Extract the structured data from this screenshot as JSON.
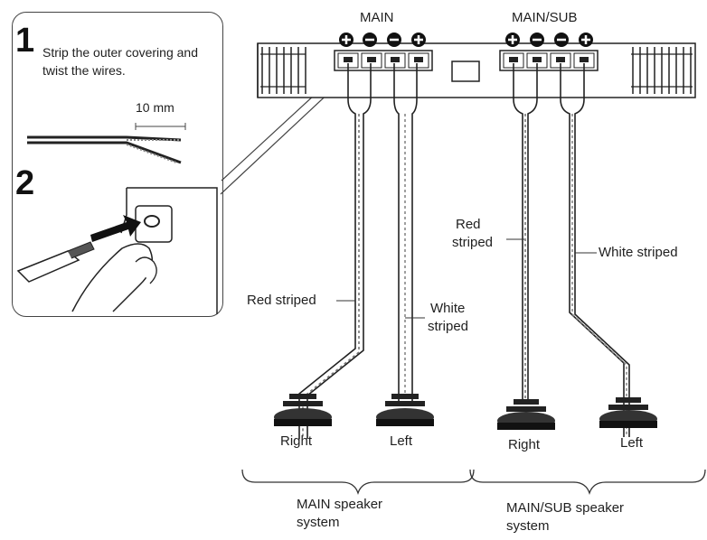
{
  "inset": {
    "step1_number": "1",
    "step1_text": "Strip the outer covering and twist the wires.",
    "measure_label": "10 mm",
    "step2_number": "2"
  },
  "terminals": {
    "main_label": "MAIN",
    "main_sub_label": "MAIN/SUB"
  },
  "wires": {
    "red_striped_main": "Red striped",
    "white_striped_main_line1": "White",
    "white_striped_main_line2": "striped",
    "red_striped_sub_line1": "Red",
    "red_striped_sub_line2": "striped",
    "white_striped_sub": "White striped"
  },
  "speakers": {
    "main_right": "Right",
    "main_left": "Left",
    "sub_right": "Right",
    "sub_left": "Left"
  },
  "systems": {
    "main_line1": "MAIN speaker",
    "main_line2": "system",
    "sub_line1": "MAIN/SUB speaker",
    "sub_line2": "system"
  }
}
